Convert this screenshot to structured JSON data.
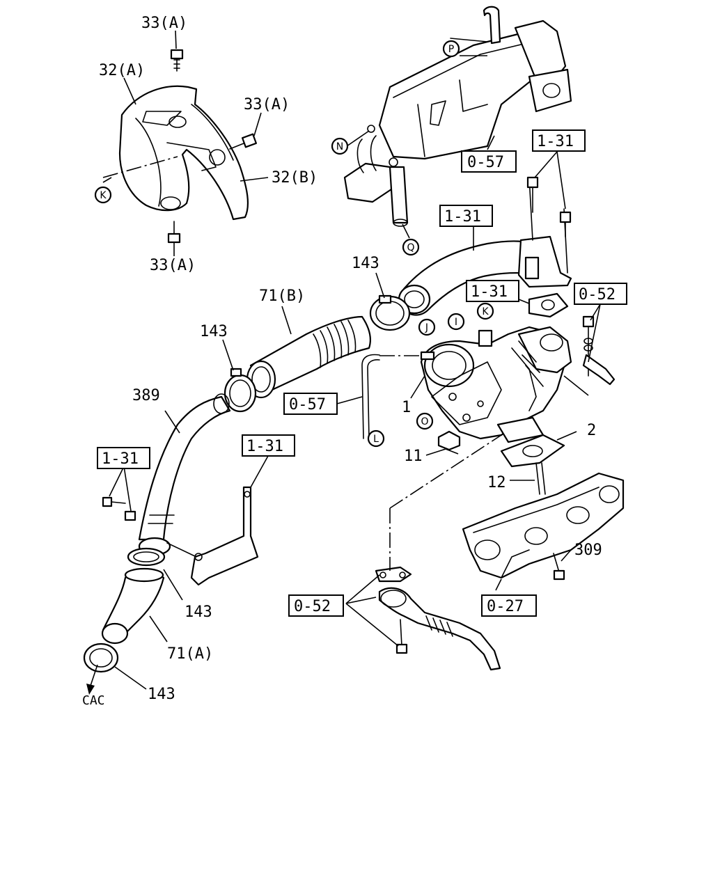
{
  "labels": {
    "bolt_33a_top": "33(A)",
    "bolt_33a_right": "33(A)",
    "bolt_33a_bottom": "33(A)",
    "heat_shield_32a": "32(A)",
    "heat_shield_32b": "32(B)",
    "ref_0_57_top": "0-57",
    "ref_1_31_top": "1-31",
    "ref_1_31_pipe": "1-31",
    "ref_1_31_gasket": "1-31",
    "ref_0_52_right": "0-52",
    "clamp_143_top": "143",
    "hose_71b": "71(B)",
    "clamp_143_mid": "143",
    "pipe_389": "389",
    "ref_0_57_oil": "0-57",
    "turbo_1": "1",
    "gasket_2": "2",
    "nut_11": "11",
    "stud_12": "12",
    "ref_1_31_bracket": "1-31",
    "ref_1_31_left": "1-31",
    "bolt_309": "309",
    "clamp_143_lower": "143",
    "ref_0_52_bottom": "0-52",
    "ref_0_27": "0-27",
    "hose_71a": "71(A)",
    "clamp_143_bottom": "143",
    "cac": "CAC"
  },
  "markers": {
    "P": "P",
    "N": "N",
    "Q": "Q",
    "K_shield": "K",
    "K_turbo": "K",
    "J": "J",
    "I": "I",
    "O": "O",
    "L": "L"
  }
}
